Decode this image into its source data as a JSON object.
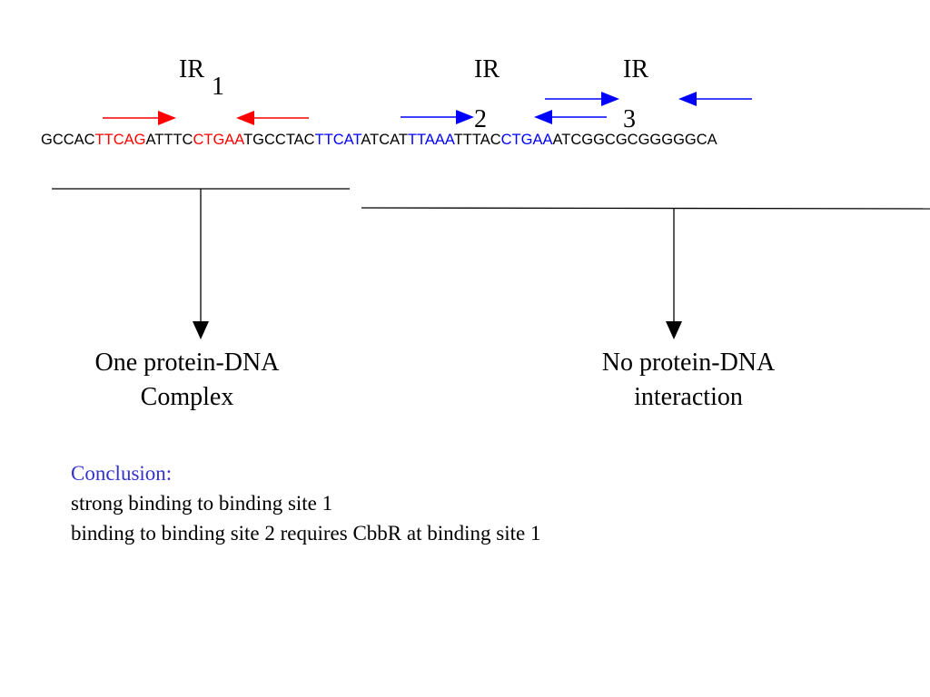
{
  "labels": {
    "ir1_main": "IR",
    "ir1_sub": "1",
    "ir2_main": "IR",
    "ir2_sub": "2",
    "ir3_main": "IR",
    "ir3_sub": "3"
  },
  "sequence": {
    "segments": [
      {
        "text": "GCCAC",
        "color": "#000000"
      },
      {
        "text": "TTCAG",
        "color": "#ff0000"
      },
      {
        "text": "ATTTC",
        "color": "#000000"
      },
      {
        "text": "CTGAA",
        "color": "#ff0000"
      },
      {
        "text": "TGCCTAC",
        "color": "#000000"
      },
      {
        "text": "TTCAT",
        "color": "#0000ff"
      },
      {
        "text": "ATCAT",
        "color": "#000000"
      },
      {
        "text": "TTAAA",
        "color": "#0000ff"
      },
      {
        "text": "TTTAC",
        "color": "#000000"
      },
      {
        "text": "CTGAA",
        "color": "#0000ff"
      },
      {
        "text": "ATCGGCGCGGGGGCA",
        "color": "#000000"
      }
    ]
  },
  "outcomes": {
    "left_line1": "One protein-DNA",
    "left_line2": "Complex",
    "right_line1": "No protein-DNA",
    "right_line2": "interaction"
  },
  "conclusion": {
    "title": "Conclusion:",
    "line1": "strong binding to binding site 1",
    "line2": "binding to binding site 2 requires CbbR at binding site 1"
  },
  "colors": {
    "site1_arrows": "#ff0000",
    "site23_arrows": "#0000ff",
    "conclusion_title": "#3333cc"
  }
}
